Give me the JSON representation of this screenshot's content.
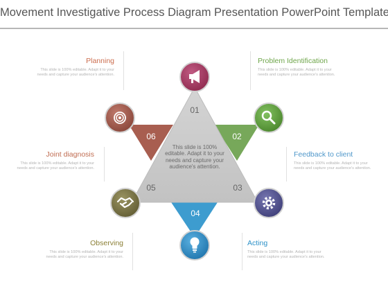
{
  "title": "Movement Investigative Process Diagram Presentation PowerPoint Templates",
  "center_text": "This slide is 100% editable. Adapt it to your needs and capture your audience's attention.",
  "numbers": [
    "01",
    "02",
    "03",
    "04",
    "05",
    "06"
  ],
  "steps": [
    {
      "label": "Planning",
      "color": "#cb6d4e",
      "desc": "This slide is 100% editable. Adapt it to your needs and capture your audience's attention."
    },
    {
      "label": "Problem Identification",
      "color": "#6ea54a",
      "desc": "This slide is 100% editable. Adapt it to your needs and capture your audience's attention."
    },
    {
      "label": "Joint diagnosis",
      "color": "#c06d52",
      "desc": "This slide is 100% editable. Adapt it to your needs and capture your audience's attention."
    },
    {
      "label": "Feedback to client",
      "color": "#4f97ca",
      "desc": "This slide is 100% editable. Adapt it to your needs and capture your audience's attention."
    },
    {
      "label": "Observing",
      "color": "#8b7f35",
      "desc": "This slide is 100% editable. Adapt it to your needs and capture your audience's attention."
    },
    {
      "label": "Acting",
      "color": "#2d91c8",
      "desc": "This slide is 100% editable. Adapt it to your needs and capture your audience's attention."
    }
  ],
  "icons": [
    "megaphone-icon",
    "magnifier-icon",
    "gear-icon",
    "lightbulb-icon",
    "handshake-icon",
    "target-icon"
  ],
  "colors": {
    "center_triangle": "#c8c8c8",
    "wedge_02": "#77a85a",
    "wedge_04": "#3d9ccf",
    "wedge_06": "#a85e50",
    "circle_01": "#a4365e",
    "circle_02": "#5d9c3b",
    "circle_03": "#4f4f8c",
    "circle_04": "#2e89c3",
    "circle_05": "#797345",
    "circle_06": "#a25a4e"
  }
}
